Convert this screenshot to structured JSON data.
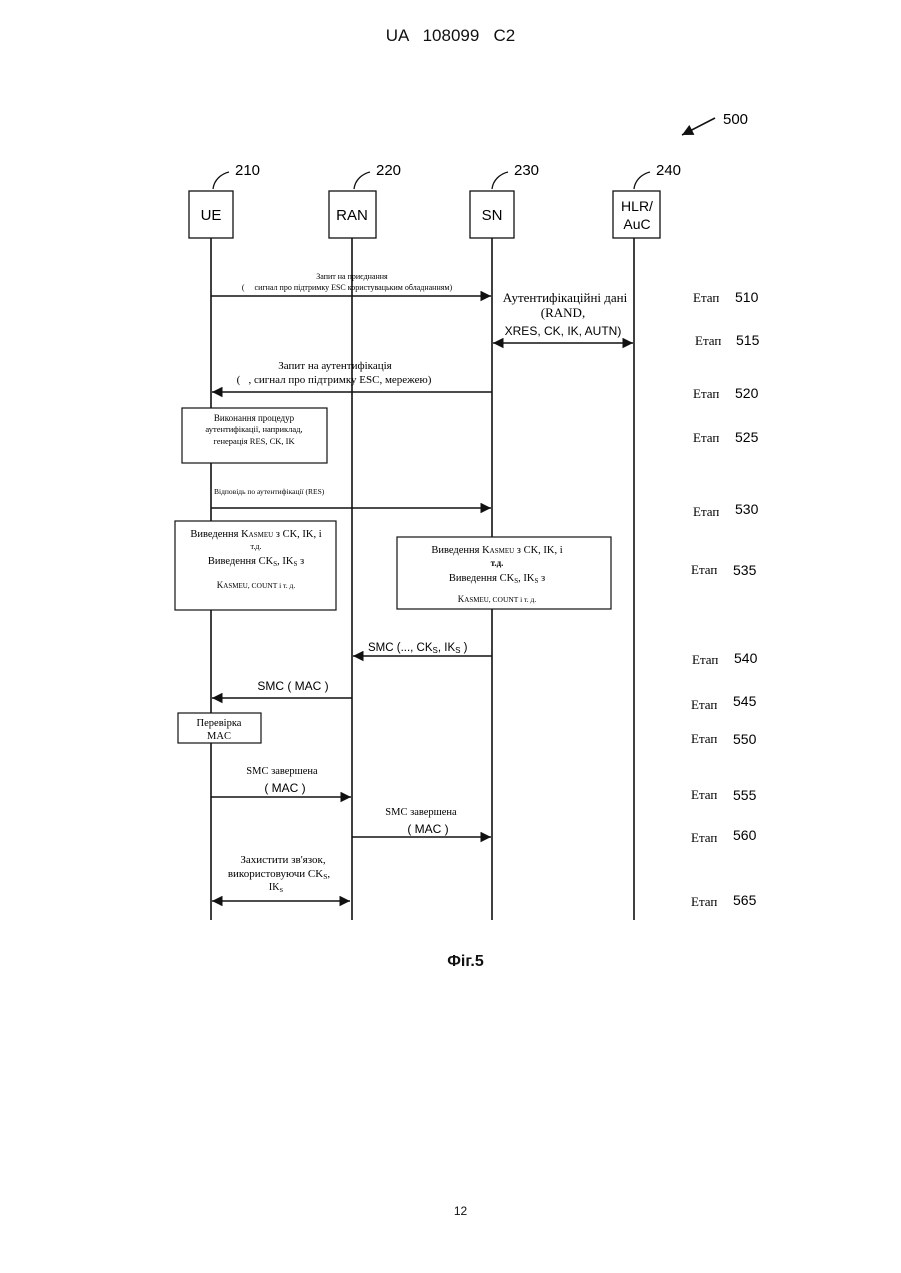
{
  "header": {
    "patent_number": "UA   108099   C2"
  },
  "figure": {
    "ref": "500",
    "caption": "Фіг.5",
    "entities": [
      {
        "ref": "210",
        "label": [
          "UE"
        ]
      },
      {
        "ref": "220",
        "label": [
          "RAN"
        ]
      },
      {
        "ref": "230",
        "label": [
          "SN"
        ]
      },
      {
        "ref": "240",
        "label": [
          "HLR/",
          "AuC"
        ]
      }
    ],
    "messages": {
      "attach_request": [
        "Запит на приєднання",
        "(     сигнал про підтримку ESC користувацьким обладнанням)"
      ],
      "auth_data": [
        "Аутентифікаційні дані",
        "(RAND,",
        "XRES, CK, IK, AUTN)"
      ],
      "auth_request": [
        "Запит на аутентифікація",
        "(   , сигнал про підтримку ESC, мережею)"
      ],
      "auth_procedures": [
        "Виконання процедур",
        "аутентифікації, наприклад,",
        "генерація RES, CK, IK"
      ],
      "auth_response": "Відповідь по аутентифікації (RES)",
      "derive_ue": [
        "Виведення K",
        "ASMEU",
        " з CK, IK, і",
        "т.д.",
        "Виведення CK",
        "S",
        ", IK",
        "S",
        " з",
        "K",
        "ASMEU",
        ", COUNT і т. д."
      ],
      "derive_sn": [
        "Виведення K",
        "ASMEU",
        " з CK, IK, і",
        "т.д.",
        "Виведення CK",
        "S",
        ", IK",
        "S",
        " з",
        "K",
        "ASMEU",
        ", COUNT і т. д."
      ],
      "smc_sn_ran": [
        "SMC (..., CK",
        "S",
        ", IK",
        "S",
        " )"
      ],
      "smc_ran_ue": "SMC ( MAC )",
      "mac_check": [
        "Перевірка",
        "MAC"
      ],
      "smc_complete_ue": [
        "SMC завершена",
        "( MAC )"
      ],
      "smc_complete_ran": [
        "SMC завершена",
        "( MAC )"
      ],
      "protect": [
        "Захистити зв'язок,",
        "використовуючи CK",
        "S",
        ",",
        "IK",
        "S"
      ]
    },
    "steps": [
      {
        "label": "Етап",
        "num": "510"
      },
      {
        "label": "Етап",
        "num": "515"
      },
      {
        "label": "Етап",
        "num": "520"
      },
      {
        "label": "Етап",
        "num": "525"
      },
      {
        "label": "Етап",
        "num": "530"
      },
      {
        "label": "Етап",
        "num": "535"
      },
      {
        "label": "Етап",
        "num": "540"
      },
      {
        "label": "Етап",
        "num": "545"
      },
      {
        "label": "Етап",
        "num": "550"
      },
      {
        "label": "Етап",
        "num": "555"
      },
      {
        "label": "Етап",
        "num": "560"
      },
      {
        "label": "Етап",
        "num": "565"
      }
    ]
  },
  "footer": {
    "page_number": "12"
  }
}
